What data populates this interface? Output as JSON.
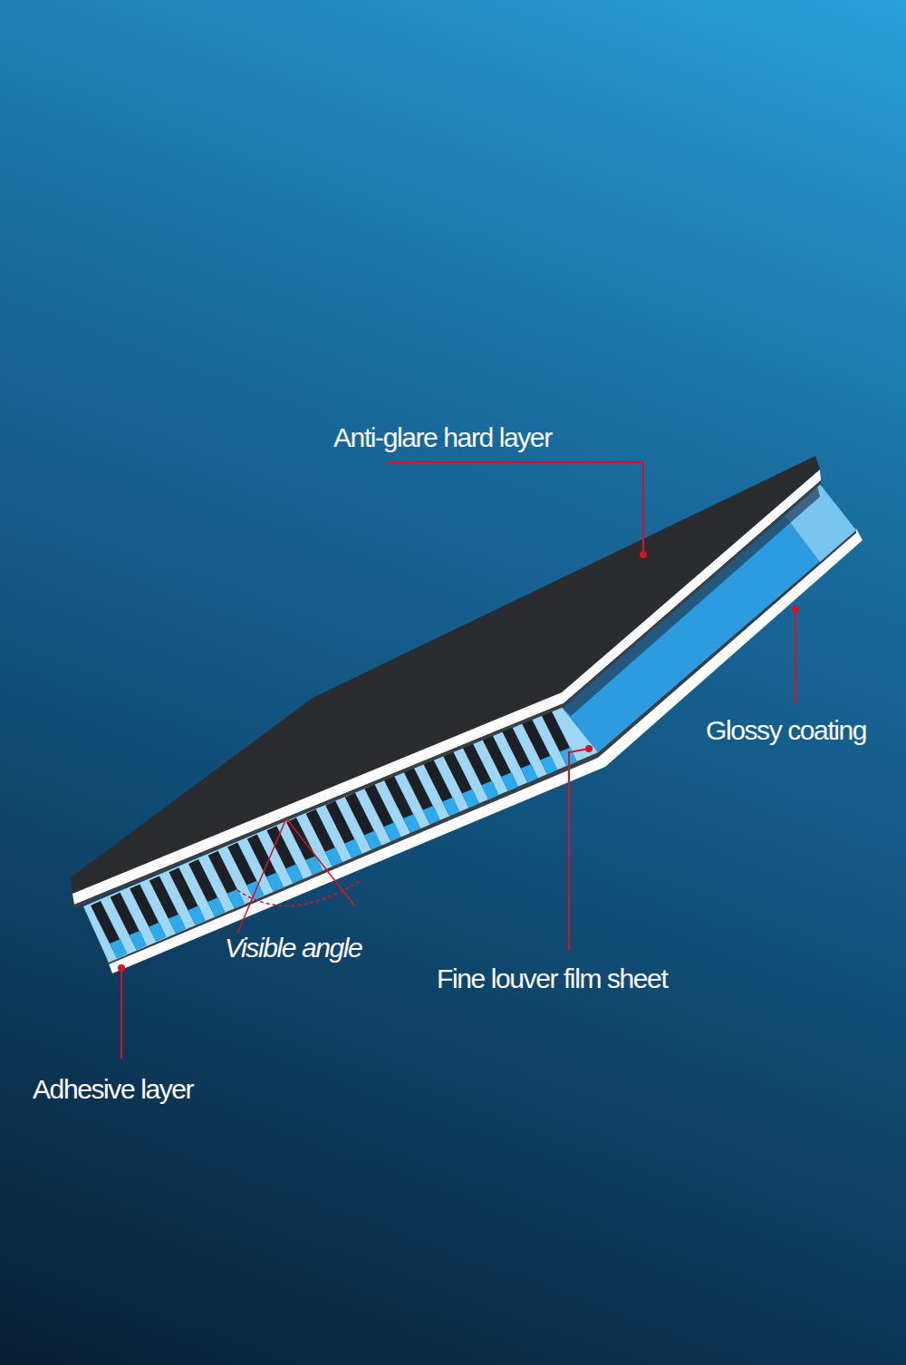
{
  "diagram": {
    "labels": [
      "Anti-glare hard layer",
      "Glossy coating",
      "Visible angle",
      "Fine louver film sheet",
      "Adhesive layer"
    ]
  }
}
